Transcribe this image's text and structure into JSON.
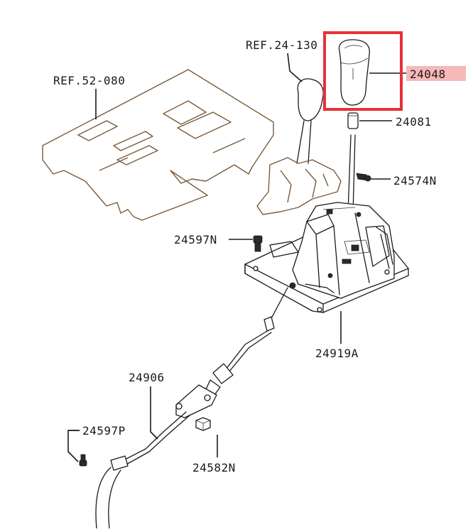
{
  "labels": {
    "ref_24_130": "REF.24-130",
    "ref_52_080": "REF.52-080",
    "p24048": "24048",
    "p24081": "24081",
    "p24574N": "24574N",
    "p24597N": "24597N",
    "p24919A": "24919A",
    "p24906": "24906",
    "p24597P": "24597P",
    "p24582N": "24582N"
  },
  "colors": {
    "highlight_box": "#e8303a",
    "highlight_label_bg": "#f6b8b8",
    "line": "#1a1a1a"
  }
}
